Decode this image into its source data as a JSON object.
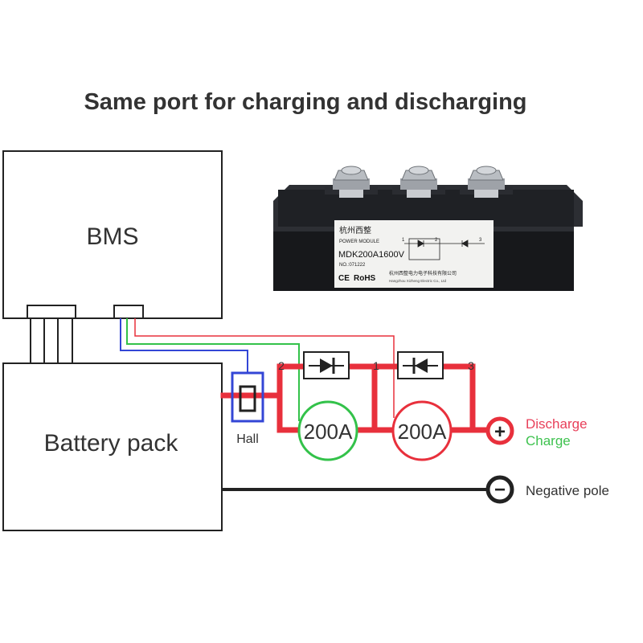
{
  "title": "Same port for charging and discharging",
  "bms": {
    "label": "BMS"
  },
  "battery": {
    "label": "Battery pack"
  },
  "hall": {
    "label": "Hall"
  },
  "module": {
    "brand": "杭州西整",
    "subtitle": "POWER MODULE",
    "model": "MDK200A1600V",
    "serial": "NO.:071222",
    "cert_ce": "CE",
    "cert_rohs": "RoHS",
    "maker_cn": "杭州西整电力电子科技有限公司",
    "maker_en": "Hangzhou Xizheng Electric Co., Ltd",
    "pins": [
      "1",
      "2",
      "3"
    ]
  },
  "terminals": {
    "t2": "2",
    "t1": "1",
    "t3": "3"
  },
  "fuses": {
    "left": "200A",
    "right": "200A"
  },
  "positive": {
    "symbol": "+",
    "discharge": "Discharge",
    "charge": "Charge"
  },
  "negative": {
    "symbol": "−",
    "label": "Negative pole"
  },
  "colors": {
    "bus": "#e8303c",
    "charge_wire": "#33c24a",
    "sense_wire": "#3346d6",
    "discharge_text": "#e8405a",
    "charge_text": "#3ec24f",
    "text": "#333333"
  }
}
